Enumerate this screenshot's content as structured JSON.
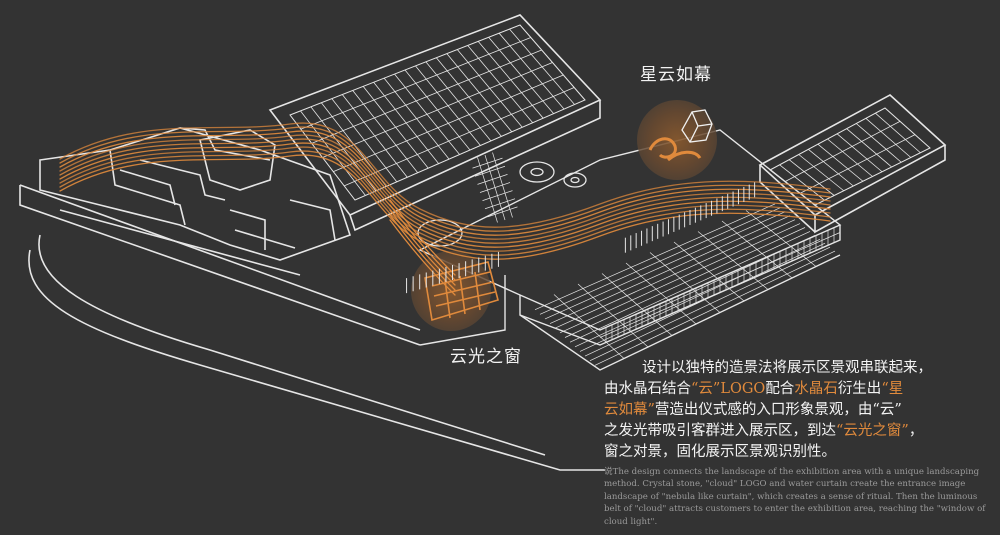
{
  "labels": {
    "star_cloud": "星云如幕",
    "cloud_light_window": "云光之窗"
  },
  "description_cn": {
    "p1": "设计以独特的造景法将展示区景观串联起来，",
    "p2a": "由水晶石结合",
    "p2b": "“云”LOGO",
    "p2c": "配合",
    "p2d": "水晶石",
    "p2e": "衍生出",
    "p2f": "“星",
    "p3a": "云如幕”",
    "p3b": "营造出仪式感的入口形象景观，由“云”",
    "p4a": "之发光带吸引客群进入展示区，到达",
    "p4b": "“云光之窗”",
    "p4c": "，",
    "p5": "窗之对景，固化展示区景观识别性。"
  },
  "description_en": "说The design connects the landscape of the exhibition area with a unique landscaping method. Crystal stone, \"cloud\" LOGO and water curtain create the entrance image landscape of \"nebula like curtain\", which creates a sense of ritual. Then the luminous belt of \"cloud\" attracts customers to enter the exhibition area, reaching the \"window of cloud light\".",
  "colors": {
    "background": "#333333",
    "linework": "#e6e6e6",
    "accent_orange": "#e08a3c"
  }
}
